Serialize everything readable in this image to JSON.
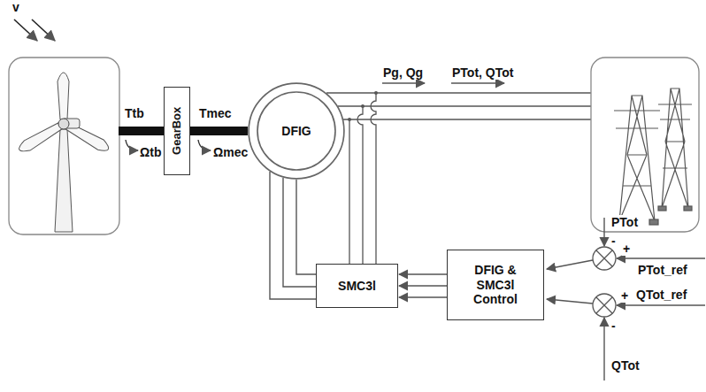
{
  "diagram": {
    "nodes": [
      {
        "text": [
          "GearBox"
        ]
      },
      {
        "text": [
          "DFIG"
        ]
      },
      {
        "text": [
          "SMC3l"
        ]
      },
      {
        "text": [
          "DFIG & SMC3l Control"
        ]
      }
    ],
    "edges": [
      {
        "from": 0,
        "to": 1,
        "arrow": "none"
      },
      {
        "from": 1,
        "to": 2,
        "arrow": "none"
      },
      {
        "from": 1,
        "to": 2,
        "arrow": "none"
      },
      {
        "from": 1,
        "to": 2,
        "arrow": "none"
      },
      {
        "from": 3,
        "to": 2,
        "arrow": "to"
      },
      {
        "from": 3,
        "to": 2,
        "arrow": "to"
      },
      {
        "from": 3,
        "to": 2,
        "arrow": "to"
      }
    ],
    "labels": [
      "v",
      "Ttb",
      "Ωtb",
      "Tmec",
      "Ωmec",
      "Pg, Qg",
      "PTot, QTot",
      "PTot",
      "-",
      "+",
      "PTot_ref",
      "+",
      "QTot_ref",
      "-",
      "QTot"
    ]
  }
}
